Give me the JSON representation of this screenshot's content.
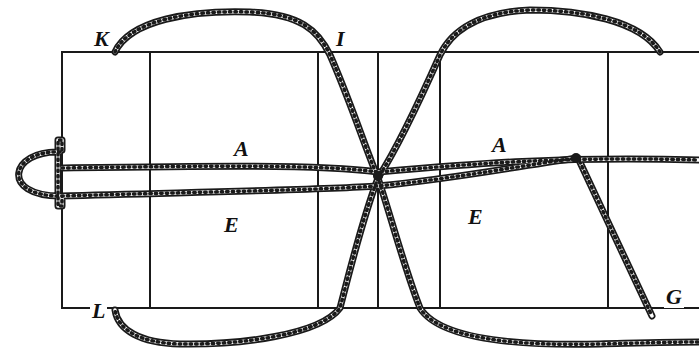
{
  "diagram": {
    "labels": [
      "K",
      "I",
      "A",
      "A",
      "E",
      "E",
      "G",
      "L"
    ]
  }
}
